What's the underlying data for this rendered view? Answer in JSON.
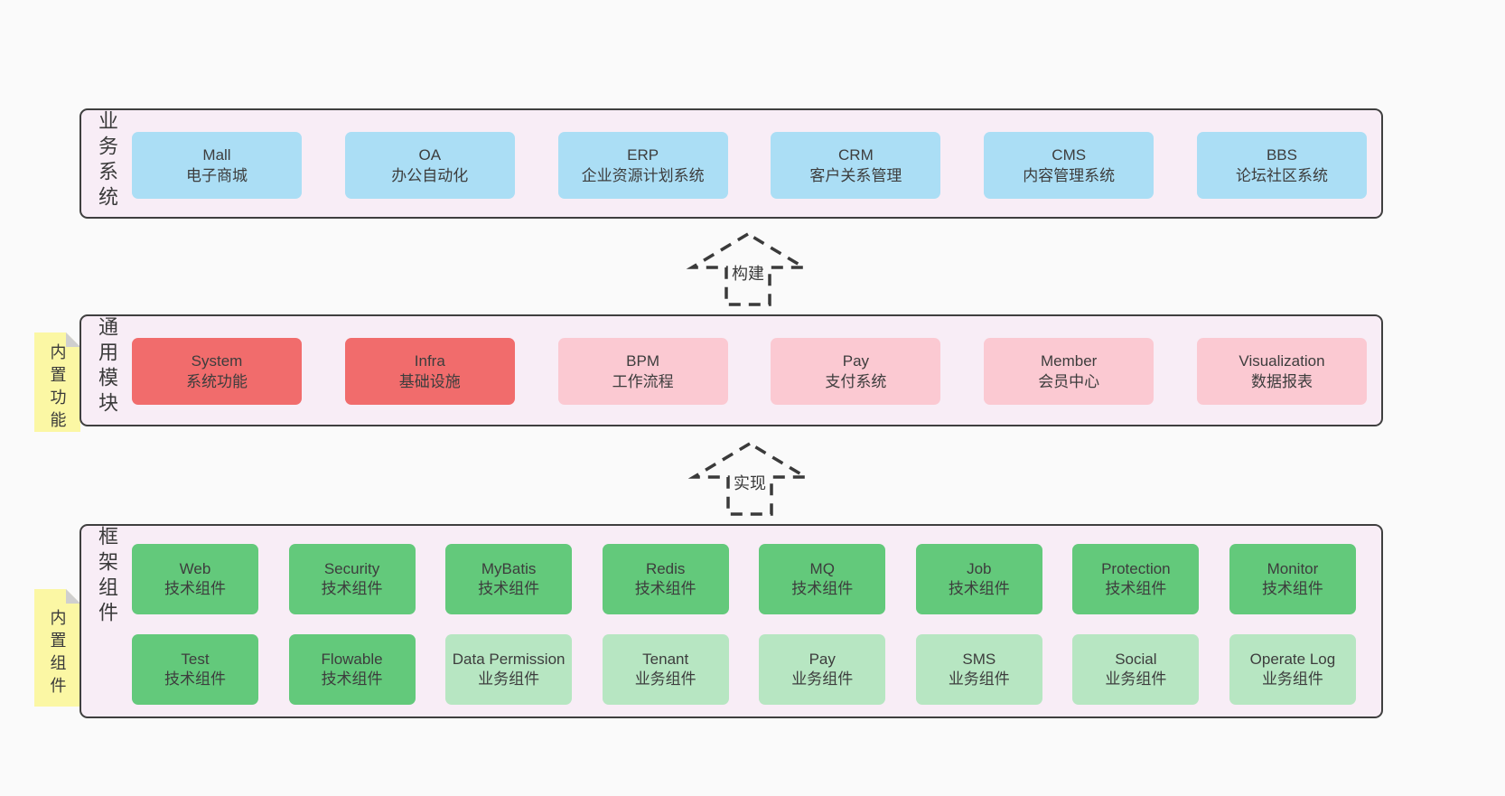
{
  "colors": {
    "page_bg": "#fafafa",
    "layer_bg": "#f8edf6",
    "layer_border": "#3f3f3f",
    "text": "#3d3d3d",
    "blue": "#abdef5",
    "red": "#f16c6c",
    "pink": "#fbc9d2",
    "green": "#63c97b",
    "lightgreen": "#b7e6c2",
    "sticky_yellow": "#fbf7a4",
    "sticky_fold": "#cfcfcf",
    "arrow_stroke": "#3a3a3a"
  },
  "arrows": [
    {
      "label": "构建"
    },
    {
      "label": "实现"
    }
  ],
  "layers": [
    {
      "label": "业务系统",
      "rows": [
        [
          {
            "title": "Mall",
            "subtitle": "电子商城",
            "variant": "blue"
          },
          {
            "title": "OA",
            "subtitle": "办公自动化",
            "variant": "blue"
          },
          {
            "title": "ERP",
            "subtitle": "企业资源计划系统",
            "variant": "blue"
          },
          {
            "title": "CRM",
            "subtitle": "客户关系管理",
            "variant": "blue"
          },
          {
            "title": "CMS",
            "subtitle": "内容管理系统",
            "variant": "blue"
          },
          {
            "title": "BBS",
            "subtitle": "论坛社区系统",
            "variant": "blue"
          }
        ]
      ]
    },
    {
      "label": "通用模块",
      "sticky": "内置功能",
      "rows": [
        [
          {
            "title": "System",
            "subtitle": "系统功能",
            "variant": "red"
          },
          {
            "title": "Infra",
            "subtitle": "基础设施",
            "variant": "red"
          },
          {
            "title": "BPM",
            "subtitle": "工作流程",
            "variant": "pink"
          },
          {
            "title": "Pay",
            "subtitle": "支付系统",
            "variant": "pink"
          },
          {
            "title": "Member",
            "subtitle": "会员中心",
            "variant": "pink"
          },
          {
            "title": "Visualization",
            "subtitle": "数据报表",
            "variant": "pink"
          }
        ]
      ]
    },
    {
      "label": "框架组件",
      "sticky": "内置组件",
      "rows": [
        [
          {
            "title": "Web",
            "subtitle": "技术组件",
            "variant": "green"
          },
          {
            "title": "Security",
            "subtitle": "技术组件",
            "variant": "green"
          },
          {
            "title": "MyBatis",
            "subtitle": "技术组件",
            "variant": "green"
          },
          {
            "title": "Redis",
            "subtitle": "技术组件",
            "variant": "green"
          },
          {
            "title": "MQ",
            "subtitle": "技术组件",
            "variant": "green"
          },
          {
            "title": "Job",
            "subtitle": "技术组件",
            "variant": "green"
          },
          {
            "title": "Protection",
            "subtitle": "技术组件",
            "variant": "green"
          },
          {
            "title": "Monitor",
            "subtitle": "技术组件",
            "variant": "green"
          }
        ],
        [
          {
            "title": "Test",
            "subtitle": "技术组件",
            "variant": "green"
          },
          {
            "title": "Flowable",
            "subtitle": "技术组件",
            "variant": "green"
          },
          {
            "title": "Data Permission",
            "subtitle": "业务组件",
            "variant": "lightgreen"
          },
          {
            "title": "Tenant",
            "subtitle": "业务组件",
            "variant": "lightgreen"
          },
          {
            "title": "Pay",
            "subtitle": "业务组件",
            "variant": "lightgreen"
          },
          {
            "title": "SMS",
            "subtitle": "业务组件",
            "variant": "lightgreen"
          },
          {
            "title": "Social",
            "subtitle": "业务组件",
            "variant": "lightgreen"
          },
          {
            "title": "Operate Log",
            "subtitle": "业务组件",
            "variant": "lightgreen"
          }
        ]
      ]
    }
  ]
}
